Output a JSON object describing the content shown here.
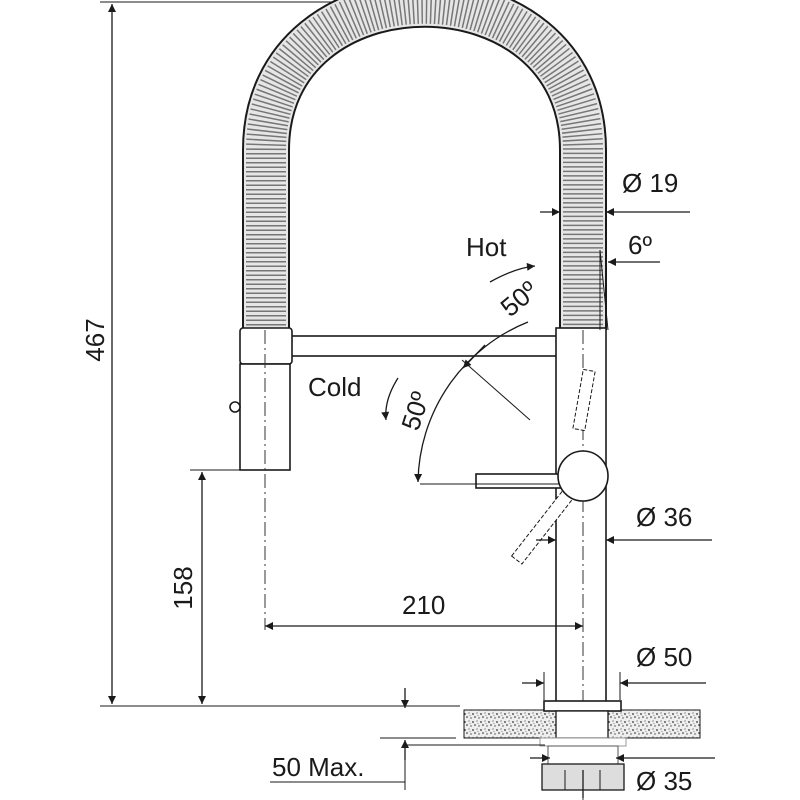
{
  "drawing": {
    "dim_total_height": "467",
    "dim_spray_height": "158",
    "dim_reach": "210",
    "dim_hose_diameter": "Ø 19",
    "dim_hose_angle": "6º",
    "hot_label": "Hot",
    "hot_angle": "50º",
    "cold_label": "Cold",
    "cold_angle": "50º",
    "dim_body_diameter": "Ø 36",
    "dim_base_diameter": "Ø 50",
    "dim_shank_diameter": "Ø 35",
    "dim_max_counter": "50 Max."
  }
}
